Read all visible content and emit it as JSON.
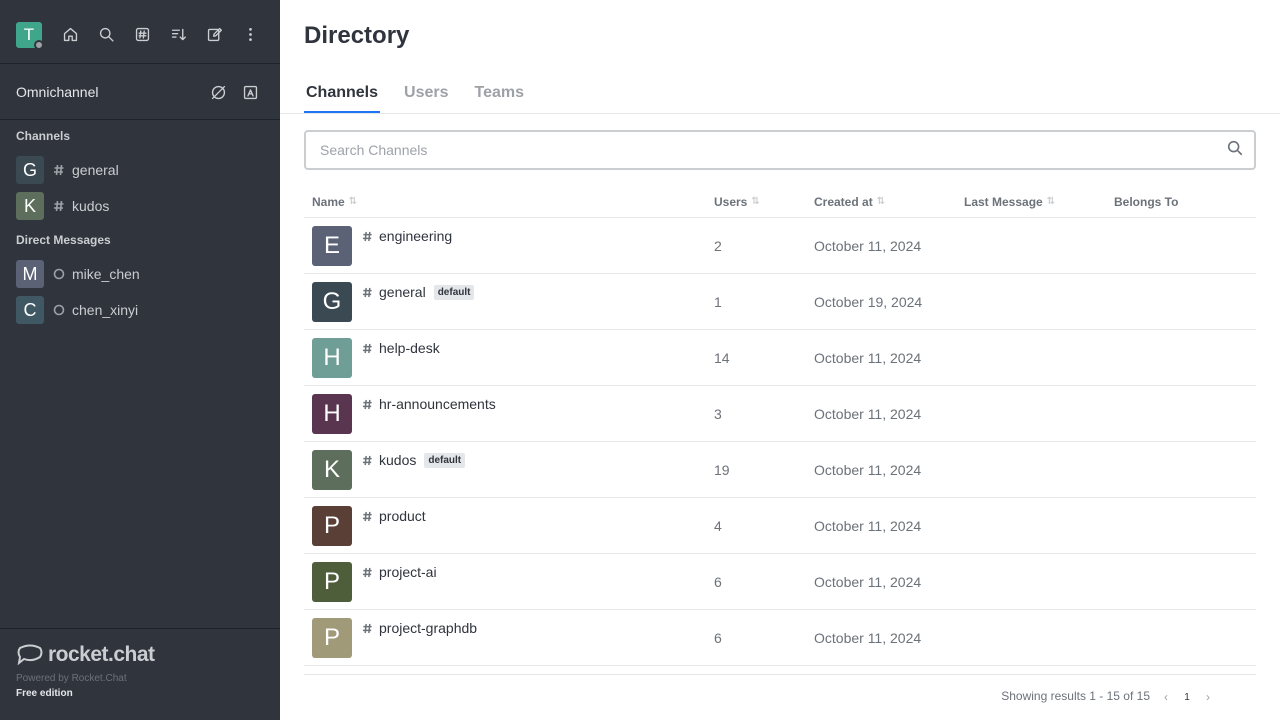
{
  "sidebar": {
    "user_avatar_letter": "T",
    "omnichannel_label": "Omnichannel",
    "channels_title": "Channels",
    "channels": [
      {
        "letter": "G",
        "name": "general",
        "color": "#3b4a52"
      },
      {
        "letter": "K",
        "name": "kudos",
        "color": "#5e6e5c"
      }
    ],
    "dm_title": "Direct Messages",
    "dms": [
      {
        "letter": "M",
        "name": "mike_chen",
        "color": "#5b6276"
      },
      {
        "letter": "C",
        "name": "chen_xinyi",
        "color": "#3f5863"
      }
    ],
    "logo_text": "rocket.chat",
    "powered_by": "Powered by Rocket.Chat",
    "edition": "Free edition"
  },
  "main": {
    "title": "Directory",
    "tabs": [
      {
        "label": "Channels",
        "active": true
      },
      {
        "label": "Users",
        "active": false
      },
      {
        "label": "Teams",
        "active": false
      }
    ],
    "search_placeholder": "Search Channels",
    "search_value": "",
    "columns": [
      "Name",
      "Users",
      "Created at",
      "Last Message",
      "Belongs To"
    ],
    "rows": [
      {
        "letter": "E",
        "name": "engineering",
        "badge": "",
        "users": "2",
        "created": "October 11, 2024",
        "last": "",
        "belongs": "",
        "color": "#5b6276"
      },
      {
        "letter": "G",
        "name": "general",
        "badge": "default",
        "users": "1",
        "created": "October 19, 2024",
        "last": "",
        "belongs": "",
        "color": "#3b4a52"
      },
      {
        "letter": "H",
        "name": "help-desk",
        "badge": "",
        "users": "14",
        "created": "October 11, 2024",
        "last": "",
        "belongs": "",
        "color": "#6e9e96"
      },
      {
        "letter": "H",
        "name": "hr-announcements",
        "badge": "",
        "users": "3",
        "created": "October 11, 2024",
        "last": "",
        "belongs": "",
        "color": "#5a3550"
      },
      {
        "letter": "K",
        "name": "kudos",
        "badge": "default",
        "users": "19",
        "created": "October 11, 2024",
        "last": "",
        "belongs": "",
        "color": "#5e6e5c"
      },
      {
        "letter": "P",
        "name": "product",
        "badge": "",
        "users": "4",
        "created": "October 11, 2024",
        "last": "",
        "belongs": "",
        "color": "#5a3f36"
      },
      {
        "letter": "P",
        "name": "project-ai",
        "badge": "",
        "users": "6",
        "created": "October 11, 2024",
        "last": "",
        "belongs": "",
        "color": "#4e5e3a"
      },
      {
        "letter": "P",
        "name": "project-graphdb",
        "badge": "",
        "users": "6",
        "created": "October 11, 2024",
        "last": "",
        "belongs": "",
        "color": "#a09a78"
      }
    ],
    "results_text": "Showing results 1 - 15 of 15",
    "prev_glyph": "‹",
    "current_page": "1",
    "next_glyph": "›"
  }
}
